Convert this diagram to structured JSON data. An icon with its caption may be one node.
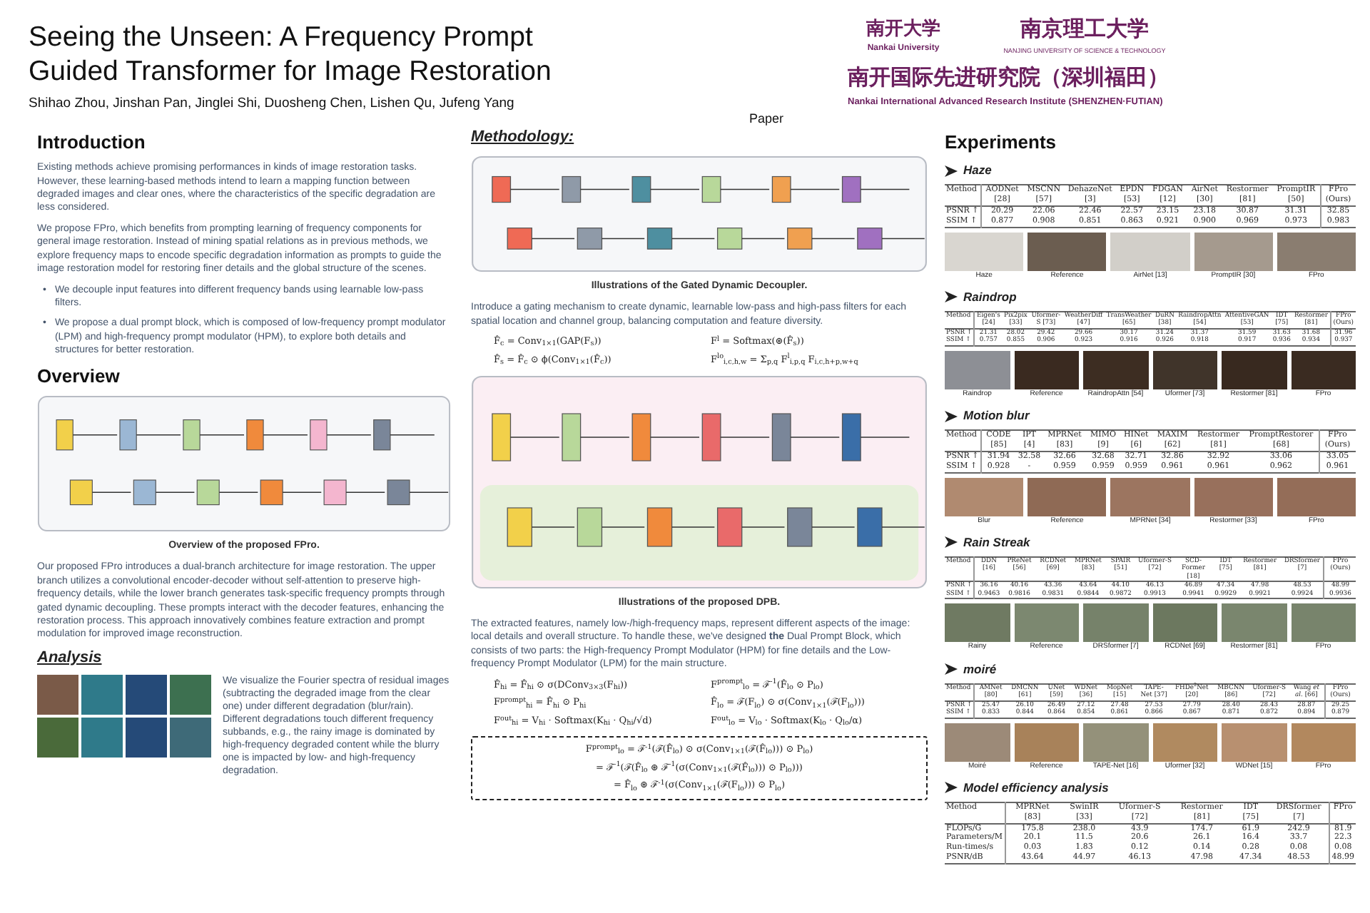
{
  "diagram": {
    "title": "Seeing the Unseen: A Frequency Prompt Guided Transformer for Image Restoration",
    "nodes": [
      {
        "text": [
          "F$^{prompt}$$_{lo}$ = ℱ$^{-1}$(ℱ(F̂$_{lo}$) ⊙ σ(Conv$_{1×1}$(ℱ(F̂$_{lo}$))) ⊙ P$_{lo}$)",
          "= ℱ$^{-1}$(ℱ(F̂$_{lo}$ ⊛ ℱ$^{-1}$(σ(Conv$_{1×1}$(ℱ(F̂$_{lo}$))) ⊙ P$_{lo}$)))",
          "= F̂$_{lo}$ ⊛ ℱ$^{-1}$(σ(Conv$_{1×1}$(ℱ(F$_{lo}$))) ⊙ P$_{lo}$)"
        ]
      }
    ],
    "labels": [
      "Shihao Zhou, Jinshan Pan, Jinglei Shi, Duosheng Chen, Lishen Qu, Jufeng Yang",
      "Paper",
      "南开大学",
      "Nankai University",
      "南京理工大学",
      "NANJING UNIVERSITY OF SCIENCE & TECHNOLOGY",
      "南开国际先进研究院（深圳福田）",
      "Nankai International Advanced Research Institute (SHENZHEN·FUTIAN)",
      "Introduction",
      "Existing methods achieve promising performances in kinds of image restoration tasks. However, these learning-based methods intend to learn a mapping function between degraded images and clear ones, where the characteristics of the specific degradation are less considered.",
      "We propose FPro, which benefits from prompting learning of frequency components for general image restoration. Instead of mining spatial relations as in previous methods, we explore frequency maps to encode specific degradation information as prompts to guide the image restoration model for restoring finer details and the global structure of the scenes.",
      "•",
      "We decouple input features into different frequency bands using learnable low-pass filters.",
      "•",
      "We propose a dual prompt block, which is composed of low-frequency prompt modulator (LPM) and high-frequency prompt modulator (HPM), to explore both details and structures for better restoration.",
      "Overview",
      "Overview of the proposed FPro.",
      "Our proposed FPro introduces a dual-branch architecture for image restoration. The upper branch utilizes a convolutional encoder-decoder without self-attention to preserve high-frequency details, while the lower branch generates task-specific frequency prompts through gated dynamic decoupling. These prompts interact with the decoder features, enhancing the restoration process. This approach innovatively combines feature extraction and prompt modulation for improved image reconstruction.",
      "Analysis",
      "We visualize the Fourier spectra of residual images (subtracting the degraded image from the clear one) under different degradation (blur/rain). Different degradations touch different frequency subbands, e.g., the rainy image is dominated by high-frequency degraded content while the blurry one is impacted by low- and high-frequency degradation.",
      "Methodology:",
      "Illustrations of the Gated Dynamic Decoupler.",
      "Introduce a gating mechanism to create dynamic, learnable low-pass and high-pass filters for each spatial location and channel group, balancing computation and feature diversity.",
      "F̂$_{c}$ = Conv$_{1×1}$(GAP(F$_{s}$))",
      "F$^{l}$ = Softmax(⊛(F̂$_{s}$))",
      "F̂$_{s}$ = F̂$_{c}$ ⊙ ϕ(Conv$_{1×1}$(F̂$_{c}$))",
      "F$^{lo}$$_{i,c,h,w}$ = Σ$_{p,q}$ F$^{l}$$_{i,p,q}$ F$_{i,c,h+p,w+q}$",
      "Illustrations of the proposed DPB.",
      "The extracted features, namely low-/high-frequency maps, represent different aspects of the image: local details and overall structure. To handle these, we've designed **the** Dual Prompt Block, which consists of two parts: the High-frequency Prompt Modulator (HPM) for fine details and the Low-frequency Prompt Modulator (LPM) for the main structure.",
      "F̂$_{hi}$ = F̂$_{hi}$ ⊙ σ(DConv$_{3×3}$(F$_{hi}$))",
      "F$^{prompt}$$_{lo}$ = ℱ$^{-1}$(F̂$_{lo}$ ⊙ P$_{lo}$)",
      "F$^{prompt}$$_{hi}$ = F̂$_{hi}$ ⊙ P$_{hi}$",
      "F̂$_{lo}$ = ℱ(F$_{lo}$) ⊙ σ(Conv$_{1×1}$(ℱ(F$_{lo}$)))",
      "F$^{out}$$_{hi}$ = V$_{hi}$ · Softmax(K$_{hi}$ · Q$_{hi}$/√d)",
      "F$^{out}$$_{lo}$ = V$_{lo}$ · Softmax(K$_{lo}$ · Q$_{lo}$/α)",
      "Experiments",
      "Haze",
      "Method",
      "AODNet [28]",
      "MSCNN [57]",
      "DehazeNet [3]",
      "EPDN [53]",
      "FDGAN [12]",
      "AirNet [30]",
      "Restormer [81]",
      "PromptIR [50]",
      "FPro (Ours)",
      "PSNR ↑",
      "20.29",
      "22.06",
      "22.46",
      "22.57",
      "23.15",
      "23.18",
      "30.87",
      "31.31",
      "32.85",
      "SSIM ↑",
      "0.877",
      "0.908",
      "0.851",
      "0.863",
      "0.921",
      "0.900",
      "0.969",
      "0.973",
      "0.983",
      "Haze",
      "Reference",
      "AirNet [13]",
      "PromptIR [30]",
      "FPro",
      "Raindrop",
      "Method",
      "Eigen's [24]",
      "Pix2pix [33]",
      "Uformer-S [73]",
      "WeatherDiff [47]",
      "TransWeather [65]",
      "DuRN [38]",
      "RaindropAttn [54]",
      "AttentiveGAN [53]",
      "IDT [75]",
      "Restormer [81]",
      "FPro (Ours)",
      "PSNR ↑",
      "21.31",
      "28.02",
      "29.42",
      "29.66",
      "30.17",
      "31.24",
      "31.37",
      "31.59",
      "31.63",
      "31.68",
      "31.96",
      "SSIM ↑",
      "0.757",
      "0.855",
      "0.906",
      "0.923",
      "0.916",
      "0.926",
      "0.918",
      "0.917",
      "0.936",
      "0.934",
      "0.937",
      "Raindrop",
      "Reference",
      "RaindropAttn [54]",
      "Uformer [73]",
      "Restormer [81]",
      "FPro",
      "Motion blur",
      "Method",
      "CODE [85]",
      "IPT [4]",
      "MPRNet [83]",
      "MIMO [9]",
      "HINet [6]",
      "MAXIM [62]",
      "Restormer [81]",
      "PromptRestorer [68]",
      "FPro (Ours)",
      "PSNR ↑",
      "31.94",
      "32.58",
      "32.66",
      "32.68",
      "32.71",
      "32.86",
      "32.92",
      "33.06",
      "33.05",
      "SSIM ↑",
      "0.928",
      "-",
      "0.959",
      "0.959",
      "0.959",
      "0.961",
      "0.961",
      "0.962",
      "0.961",
      "Blur",
      "Reference",
      "MPRNet [34]",
      "Restormer [33]",
      "FPro",
      "Rain Streak",
      "Method",
      "DDN [16]",
      "PReNet [56]",
      "RCDNet [69]",
      "MPRNet [83]",
      "SPAIR [51]",
      "Uformer-S [72]",
      "SCD-Former [18]",
      "IDT [75]",
      "Restormer [81]",
      "DRSformer [7]",
      "FPro (Ours)",
      "PSNR ↑",
      "36.16",
      "40.16",
      "43.36",
      "43.64",
      "44.10",
      "46.13",
      "46.89",
      "47.34",
      "47.98",
      "48.53",
      "48.99",
      "SSIM ↑",
      "0.9463",
      "0.9816",
      "0.9831",
      "0.9844",
      "0.9872",
      "0.9913",
      "0.9941",
      "0.9929",
      "0.9921",
      "0.9924",
      "0.9936",
      "Rainy",
      "Reference",
      "DRSformer [7]",
      "RCDNet [69]",
      "Restormer [81]",
      "FPro",
      "moiré",
      "Method",
      "AMNet [80]",
      "DMCNN [61]",
      "UNet [59]",
      "WDNet [36]",
      "MopNet [15]",
      "TAPE-Net [37]",
      "FHDe$^{2}$Net [20]",
      "MBCNN [86]",
      "Uformer-S [72]",
      "Wang *et al.* [66]",
      "FPro (Ours)",
      "PSNR ↑",
      "25.47",
      "26.10",
      "26.49",
      "27.12",
      "27.48",
      "27.53",
      "27.79",
      "28.40",
      "28.43",
      "28.87",
      "29.25",
      "SSIM ↑",
      "0.833",
      "0.844",
      "0.864",
      "0.854",
      "0.861",
      "0.866",
      "0.867",
      "0.871",
      "0.872",
      "0.894",
      "0.879",
      "Moiré",
      "Reference",
      "TAPE-Net [16]",
      "Uformer [32]",
      "WDNet [15]",
      "FPro",
      "Model efficiency analysis",
      "Method",
      "MPRNet [83]",
      "SwinIR [33]",
      "Uformer-S [72]",
      "Restormer [81]",
      "IDT [75]",
      "DRSformer [7]",
      "FPro",
      "FLOPs/G",
      "175.8",
      "238.0",
      "43.9",
      "174.7",
      "61.9",
      "242.9",
      "81.9",
      "Parameters/M",
      "20.1",
      "11.5",
      "20.6",
      "26.1",
      "16.4",
      "33.7",
      "22.3",
      "Run-times/s",
      "0.03",
      "1.83",
      "0.12",
      "0.14",
      "0.28",
      "0.08",
      "0.08",
      "PSNR/dB",
      "43.64",
      "44.97",
      "46.13",
      "47.98",
      "47.34",
      "48.53",
      "48.99"
    ]
  }
}
